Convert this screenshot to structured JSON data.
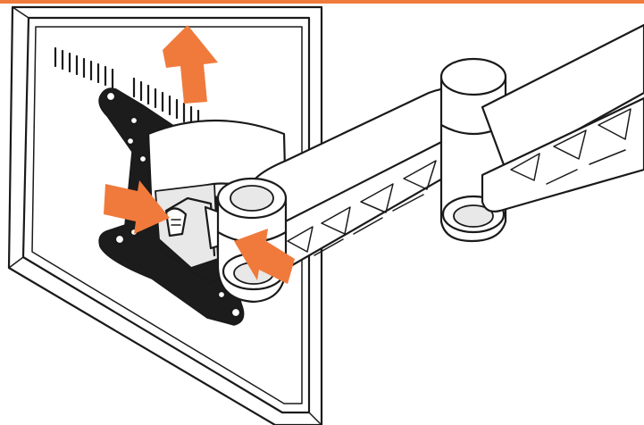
{
  "colors": {
    "accent": "#f07a3c",
    "line": "#1a1a1a",
    "background": "#ffffff",
    "metal_light": "#e8e8e8",
    "plate_dark": "#1c1c1c"
  },
  "arrows": [
    {
      "name": "lift-up-arrow",
      "icon": "arrow-up-icon"
    },
    {
      "name": "push-right-arrow",
      "icon": "arrow-right-icon"
    },
    {
      "name": "push-left-arrow",
      "icon": "arrow-left-icon"
    }
  ]
}
